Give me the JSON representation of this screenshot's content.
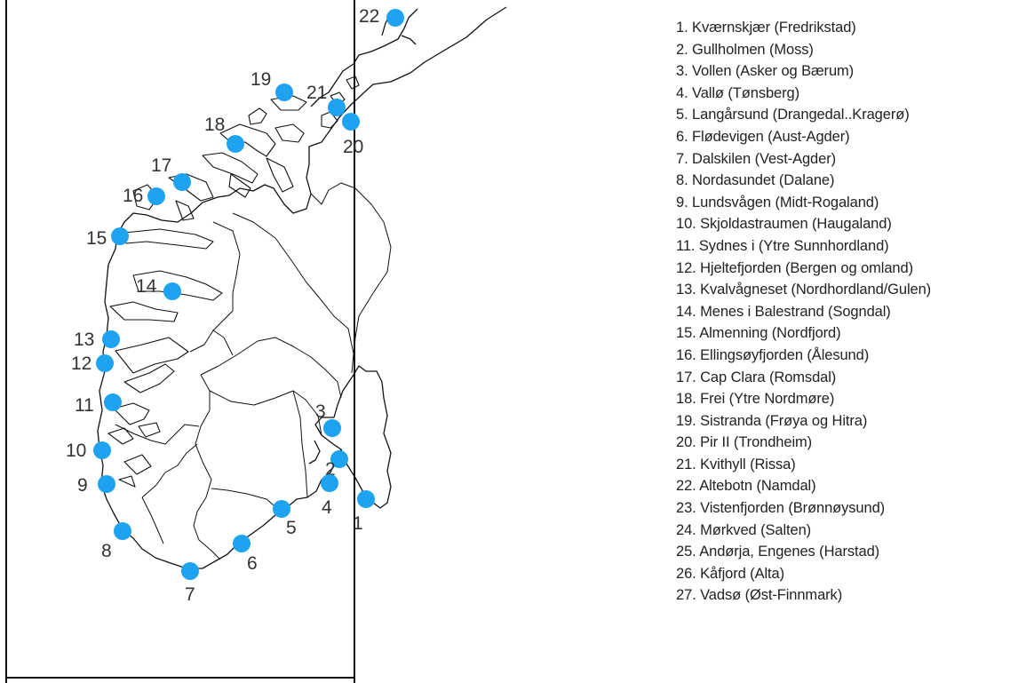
{
  "map": {
    "stations": [
      {
        "number": "1",
        "name": "Kværnskjær (Fredrikstad)"
      },
      {
        "number": "2",
        "name": "Gullholmen (Moss)"
      },
      {
        "number": "3",
        "name": "Vollen (Asker og Bærum)"
      },
      {
        "number": "4",
        "name": "Vallø (Tønsberg)"
      },
      {
        "number": "5",
        "name": "Langårsund (Drangedal..Kragerø)"
      },
      {
        "number": "6",
        "name": "Flødevigen (Aust-Agder)"
      },
      {
        "number": "7",
        "name": "Dalskilen (Vest-Agder)"
      },
      {
        "number": "8",
        "name": "Nordasundet (Dalane)"
      },
      {
        "number": "9",
        "name": "Lundsvågen (Midt-Rogaland)"
      },
      {
        "number": "10",
        "name": "Skjoldastraumen (Haugaland)"
      },
      {
        "number": "11",
        "name": "Sydnes i (Ytre Sunnhordland)"
      },
      {
        "number": "12",
        "name": "Hjeltefjorden (Bergen og omland)"
      },
      {
        "number": "13",
        "name": "Kvalvågneset (Nordhordland/Gulen)"
      },
      {
        "number": "14",
        "name": "Menes i Balestrand (Sogndal)"
      },
      {
        "number": "15",
        "name": "Almenning (Nordfjord)"
      },
      {
        "number": "16",
        "name": "Ellingsøyfjorden (Ålesund)"
      },
      {
        "number": "17",
        "name": "Cap Clara (Romsdal)"
      },
      {
        "number": "18",
        "name": "Frei (Ytre Nordmøre)"
      },
      {
        "number": "19",
        "name": "Sistranda (Frøya og Hitra)"
      },
      {
        "number": "20",
        "name": "Pir II (Trondheim)"
      },
      {
        "number": "21",
        "name": "Kvithyll (Rissa)"
      },
      {
        "number": "22",
        "name": "Altebotn (Namdal)"
      },
      {
        "number": "23",
        "name": "Vistenfjorden (Brønnøysund)"
      },
      {
        "number": "24",
        "name": "Mørkved (Salten)"
      },
      {
        "number": "25",
        "name": "Andørja, Engenes (Harstad)"
      },
      {
        "number": "26",
        "name": "Kåfjord (Alta)"
      },
      {
        "number": "27",
        "name": "Vadsø (Øst-Finnmark)"
      }
    ],
    "colors": {
      "marker": "#1ea3f0",
      "outline": "#111111",
      "label": "#333333"
    }
  }
}
